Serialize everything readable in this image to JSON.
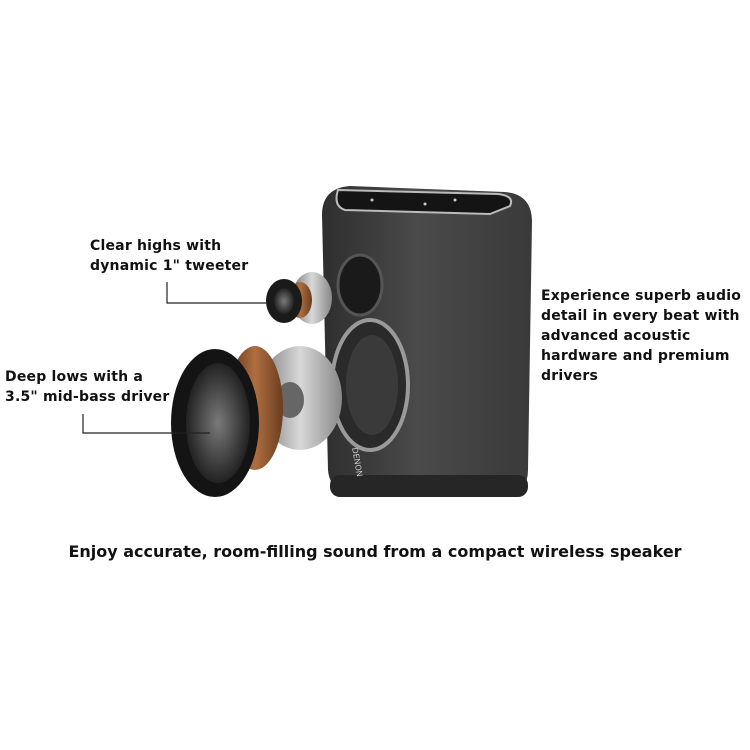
{
  "callouts": {
    "tweeter": [
      "Clear highs with",
      "dynamic 1\" tweeter"
    ],
    "woofer": [
      "Deep lows with a",
      "3.5\" mid-bass driver"
    ],
    "detail": [
      "Experience superb audio",
      "detail in every beat with",
      "advanced acoustic",
      "hardware and premium",
      "drivers"
    ]
  },
  "caption": "Enjoy accurate, room-filling sound from a compact wireless speaker",
  "brand_logo": "DENON",
  "colors": {
    "speaker_body": "#3e3e3e",
    "text": "#111111",
    "driver_copper": "#9a5a32"
  }
}
